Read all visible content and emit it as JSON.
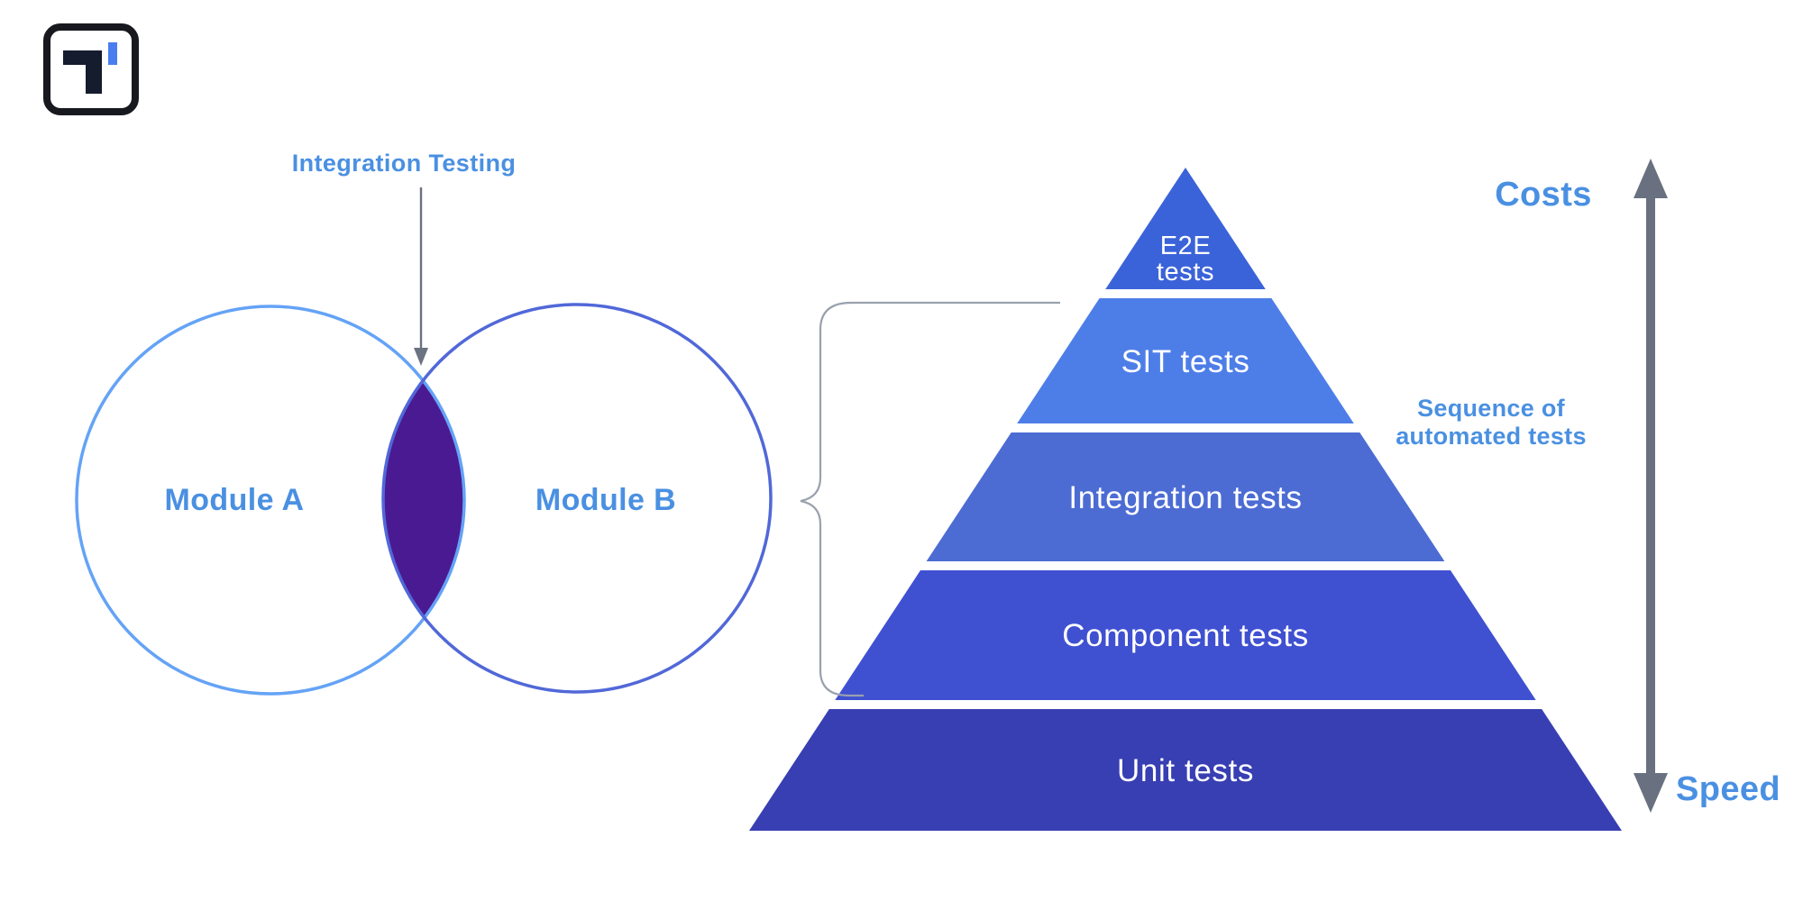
{
  "logo": {
    "outline_color": "#17191f",
    "mark_color": "#151c2e",
    "accent_color": "#4a7df0"
  },
  "venn": {
    "left_label": "Module A",
    "right_label": "Module B",
    "left_stroke": "#64a3f6",
    "right_stroke": "#5168d8",
    "overlap_fill": "#4a1a93",
    "label_color": "#4a90e2",
    "annotation_text": "Integration Testing",
    "annotation_color": "#4a90e2",
    "arrow_color": "#6b7280"
  },
  "pyramid": {
    "text_color": "#ffffff",
    "levels": [
      {
        "label": "E2E tests",
        "line1": "E2E",
        "line2": "tests",
        "color": "#3b63d9"
      },
      {
        "label": "SIT tests",
        "color": "#4d7ee8"
      },
      {
        "label": "Integration tests",
        "color": "#4c6cd4"
      },
      {
        "label": "Component tests",
        "color": "#3f51d1"
      },
      {
        "label": "Unit tests",
        "color": "#383fb3"
      }
    ]
  },
  "brace": {
    "color": "#9aa0ad",
    "label_line1": "Sequence of",
    "label_line2": "automated tests",
    "label_color": "#4a90e2"
  },
  "axis": {
    "top_label": "Costs",
    "bottom_label": "Speed",
    "arrow_color": "#697180",
    "label_color": "#4a90e2"
  }
}
